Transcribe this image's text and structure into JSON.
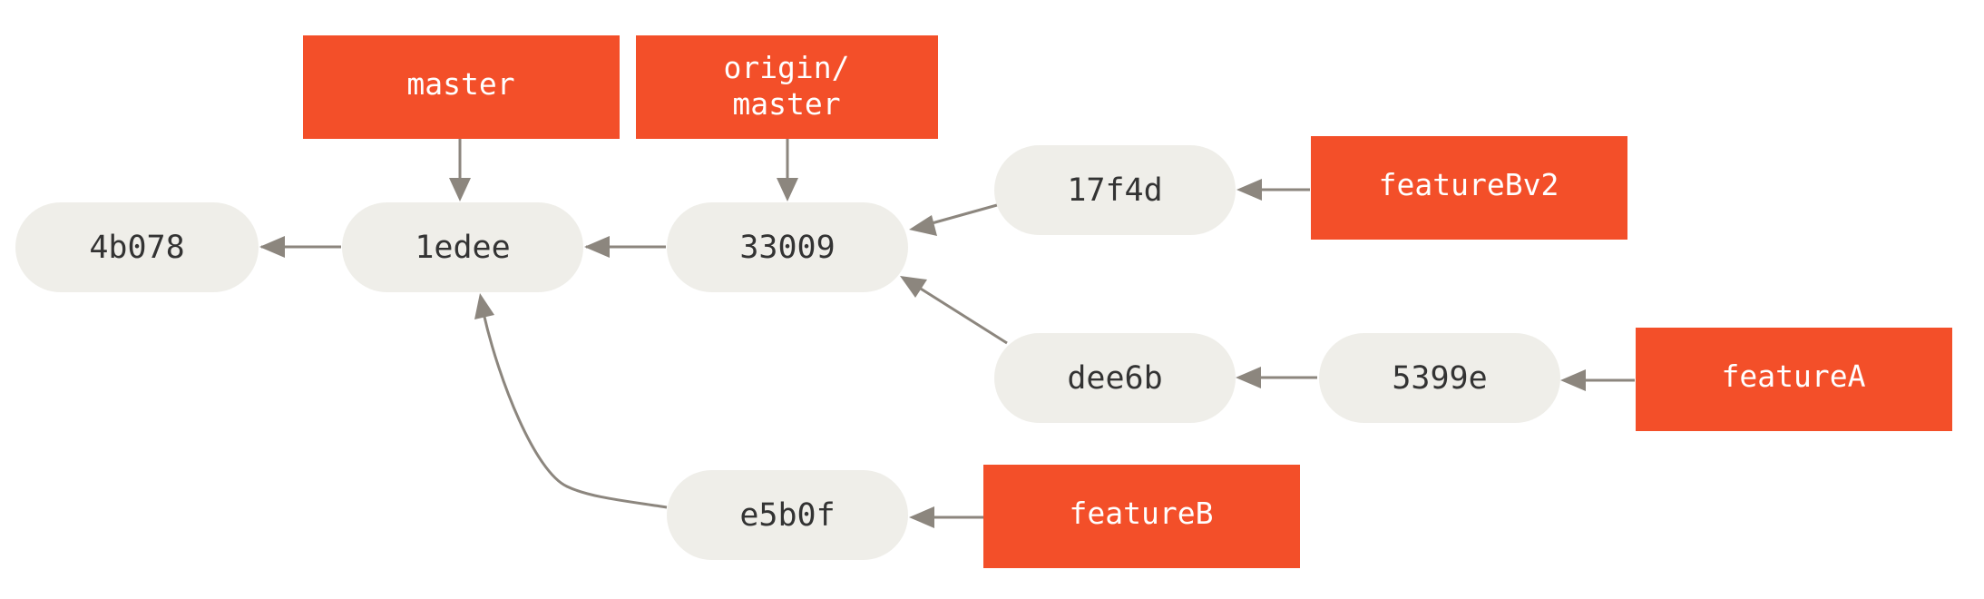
{
  "colors": {
    "branch_fill": "#f34f29",
    "commit_fill": "#efeee9",
    "arrow": "#8c867e",
    "commit_text": "#333333",
    "label_text": "#ffffff"
  },
  "commits": {
    "c4b078": "4b078",
    "c1edee": "1edee",
    "c33009": "33009",
    "c17f4d": "17f4d",
    "cdee6b": "dee6b",
    "c5399e": "5399e",
    "ce5b0f": "e5b0f"
  },
  "branches": {
    "master": [
      "master"
    ],
    "origin_master": [
      "origin/",
      "master"
    ],
    "featureBv2": [
      "featureBv2"
    ],
    "featureA": [
      "featureA"
    ],
    "featureB": [
      "featureB"
    ]
  }
}
